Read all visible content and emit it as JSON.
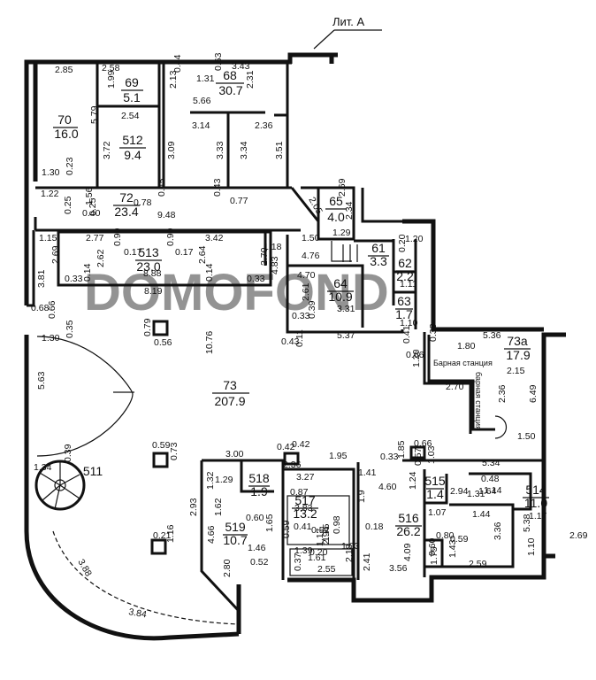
{
  "title": "Лит. А",
  "watermark": "DOMOFOND",
  "rooms": [
    {
      "id": "r70",
      "number": "70",
      "area": "16.0"
    },
    {
      "id": "r69",
      "number": "69",
      "area": "5.1"
    },
    {
      "id": "r512",
      "number": "512",
      "area": "9.4"
    },
    {
      "id": "r68",
      "number": "68",
      "area": "30.7"
    },
    {
      "id": "r72",
      "number": "72",
      "area": "23.4"
    },
    {
      "id": "r65",
      "number": "65",
      "area": "4.0"
    },
    {
      "id": "r61",
      "number": "61",
      "area": "3.3"
    },
    {
      "id": "r62",
      "number": "62",
      "area": "2.2"
    },
    {
      "id": "r63",
      "number": "63",
      "area": "1.7"
    },
    {
      "id": "r513",
      "number": "513",
      "area": "23.0"
    },
    {
      "id": "r64",
      "number": "64",
      "area": "10.9"
    },
    {
      "id": "r73",
      "number": "73",
      "area": "207.9"
    },
    {
      "id": "r73a",
      "number": "73а",
      "area": "17.9"
    },
    {
      "id": "r511",
      "number": "511",
      "area": ""
    },
    {
      "id": "r518",
      "number": "518",
      "area": "1.9"
    },
    {
      "id": "r517",
      "number": "517",
      "area": "13.2"
    },
    {
      "id": "r519",
      "number": "519",
      "area": "10.7"
    },
    {
      "id": "r516",
      "number": "516",
      "area": "26.2"
    },
    {
      "id": "r515",
      "number": "515",
      "area": "1.4"
    },
    {
      "id": "r514",
      "number": "514",
      "area": "11.0"
    }
  ],
  "bar_label": "Барная станция",
  "bar_label_vertical": "барная станция",
  "dims": [
    "2.85",
    "2.58",
    "0.44",
    "1.31",
    "0.63",
    "3.43",
    "1.99",
    "2.31",
    "5.79",
    "2.13",
    "2.54",
    "5.66",
    "3.72",
    "3.14",
    "2.36",
    "3.09",
    "3.33",
    "3.34",
    "3.51",
    "1.30",
    "0.23",
    "1.22",
    "1.56",
    "0.78",
    "0.45",
    "0.43",
    "0.77",
    "2.69",
    "2.05",
    "0.25",
    "0.40",
    "0.25",
    "9.48",
    "2.34",
    "1.29",
    "1.15",
    "2.77",
    "0.90",
    "0.17",
    "0.90",
    "0.17",
    "3.42",
    "1.18",
    "1.50",
    "0.20",
    "1.20",
    "2.69",
    "2.62",
    "2.64",
    "2.70",
    "4.76",
    "4.83",
    "3.81",
    "0.33",
    "0.14",
    "8.88",
    "0.14",
    "0.33",
    "4.70",
    "1.11",
    "2.61",
    "8.19",
    "0.33",
    "0.39",
    "3.31",
    "1.10",
    "0.68",
    "0.66",
    "0.79",
    "0.56",
    "1.30",
    "0.35",
    "10.76",
    "5.37",
    "0.43",
    "0.11",
    "0.41",
    "0.38",
    "5.36",
    "1.80",
    "0.66",
    "1.20",
    "2.15",
    "5.63",
    "2.70",
    "2.36",
    "6.49",
    "0.59",
    "0.73",
    "0.42",
    "0.42",
    "0.66",
    "1.85",
    "0.33",
    "1.50",
    "1.34",
    "0.39",
    "3.00",
    "2.36",
    "1.95",
    "0.57",
    "1.03",
    "5.34",
    "1.32",
    "1.29",
    "3.27",
    "1.41",
    "0.48",
    "4.60",
    "1.24",
    "2.94",
    "1.64",
    "0.87",
    "1.07",
    "1.44",
    "1.17",
    "2.93",
    "1.62",
    "3.83",
    "1.31",
    "1.14",
    "0.60",
    "0.59",
    "1.75",
    "1.65",
    "1.9",
    "1.75",
    "3.36",
    "5.38",
    "2.69",
    "4.66",
    "0.21",
    "1.16",
    "0.41",
    "0.52",
    "2.94",
    "0.98",
    "0.18",
    "0.80",
    "0.59",
    "1.03",
    "0.60",
    "1.43",
    "1.46",
    "0.52",
    "0.20",
    "1.17",
    "1.39",
    "1.10",
    "0.37",
    "1.61",
    "2.18",
    "4.09",
    "2.59",
    "2.80",
    "2.55",
    "2.41",
    "3.56",
    "3.88",
    "3.84"
  ]
}
